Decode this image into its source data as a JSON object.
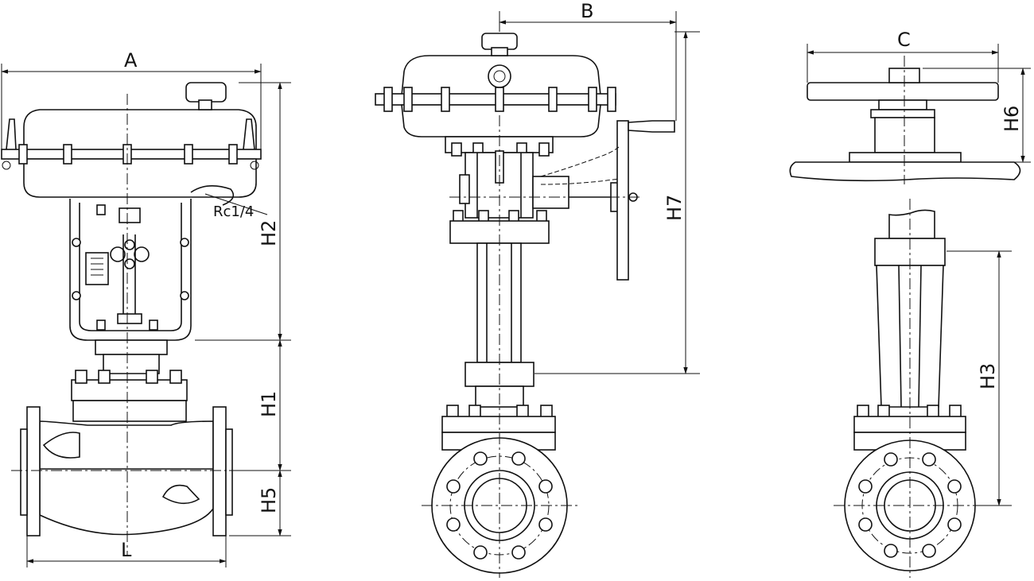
{
  "labels": {
    "A": "A",
    "B": "B",
    "C": "C",
    "L": "L",
    "H1": "H1",
    "H2": "H2",
    "H3": "H3",
    "H5": "H5",
    "H6": "H6",
    "H7": "H7",
    "port": "Rc1/4"
  }
}
